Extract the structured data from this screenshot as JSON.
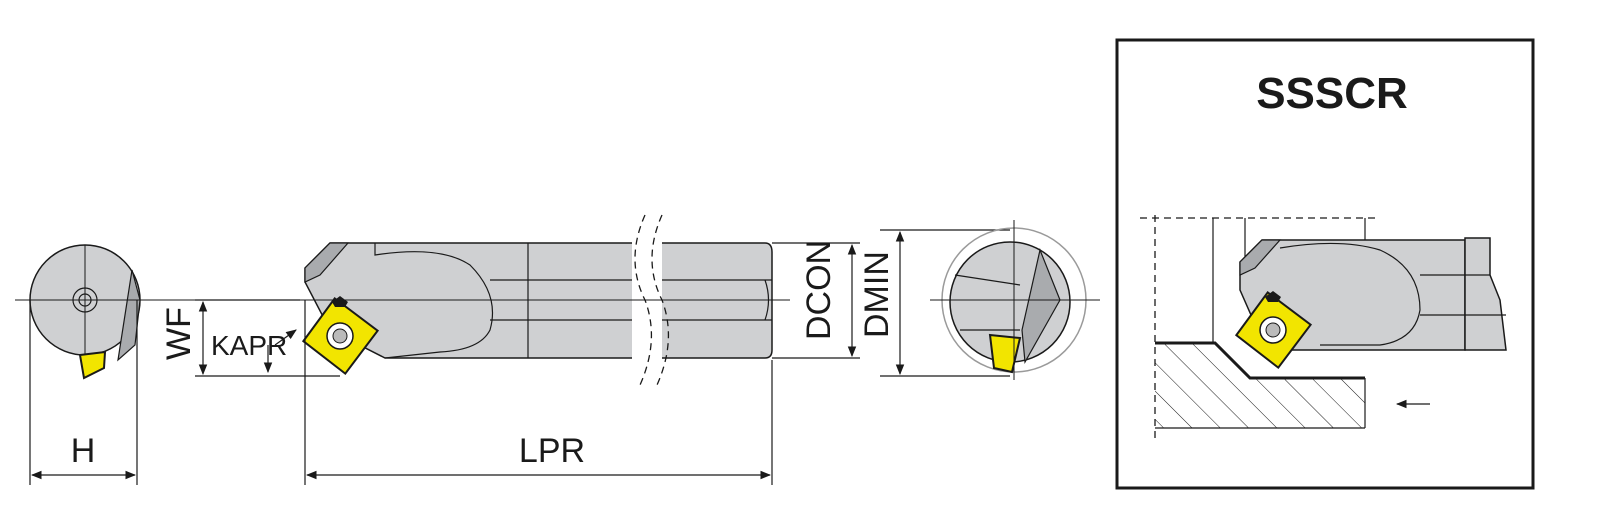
{
  "title": "SSSCR",
  "labels": {
    "h": "H",
    "wf": "WF",
    "kapr": "KAPR",
    "lpr": "LPR",
    "dcon": "DCON",
    "dmin": "DMIN"
  },
  "colors": {
    "insert": "#f2e500",
    "body": "#cfd0d2",
    "line": "#1a1a1a"
  }
}
